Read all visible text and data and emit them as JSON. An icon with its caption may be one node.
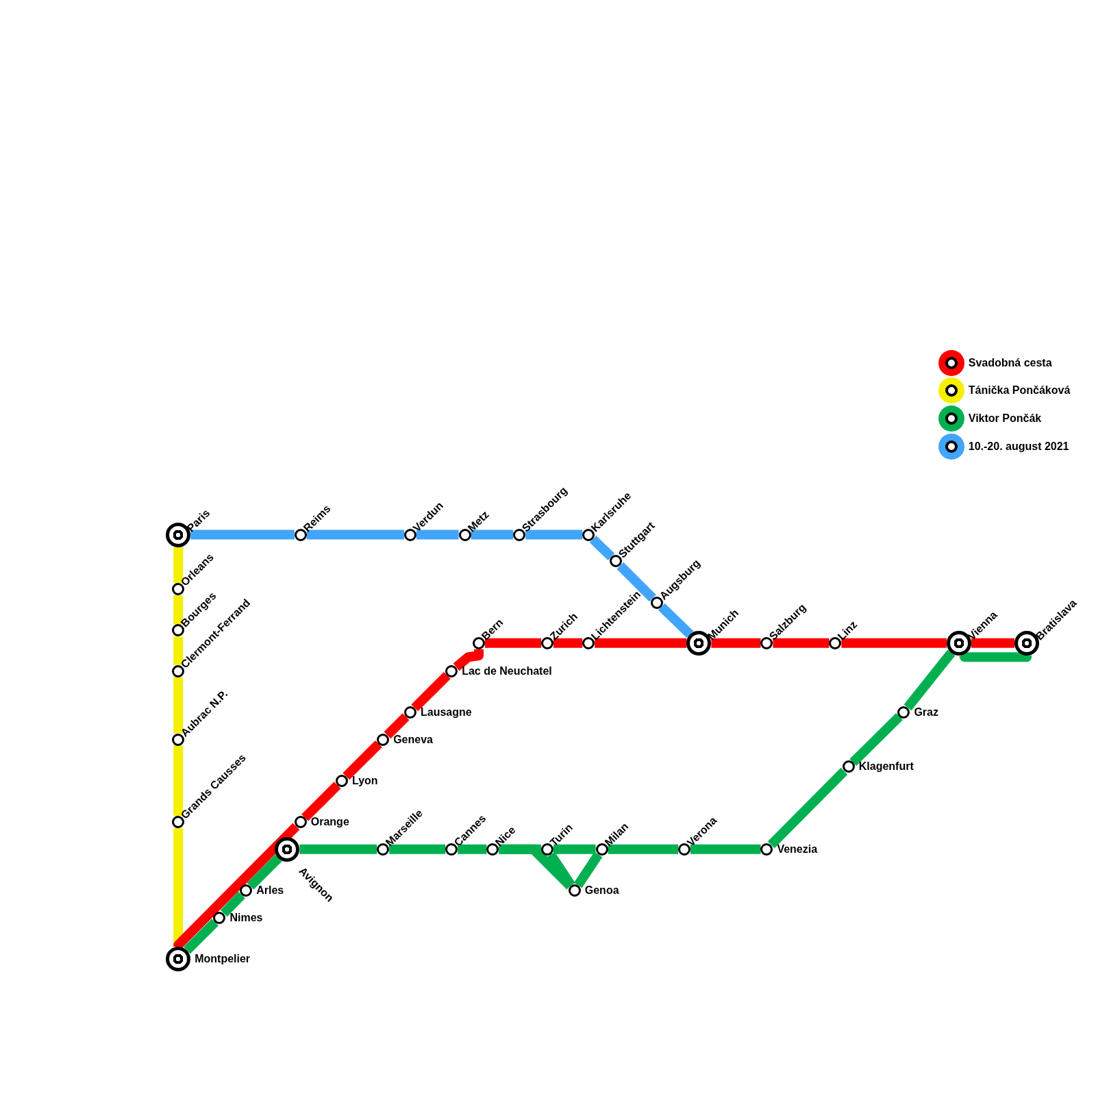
{
  "diagram": {
    "nodes": [
      {
        "text": [
          "Paris"
        ]
      },
      {
        "text": [
          "Reims"
        ]
      },
      {
        "text": [
          "Verdun"
        ]
      },
      {
        "text": [
          "Metz"
        ]
      },
      {
        "text": [
          "Strasbourg"
        ]
      },
      {
        "text": [
          "Karlsruhe"
        ]
      },
      {
        "text": [
          "Stuttgart"
        ]
      },
      {
        "text": [
          "Augsburg"
        ]
      },
      {
        "text": [
          "Munich"
        ]
      },
      {
        "text": [
          "Orleans"
        ]
      },
      {
        "text": [
          "Bourges"
        ]
      },
      {
        "text": [
          "Clermont-Ferrand"
        ]
      },
      {
        "text": [
          "Aubrac N.P."
        ]
      },
      {
        "text": [
          "Grands Causses"
        ]
      },
      {
        "text": [
          "Montpelier"
        ]
      },
      {
        "text": [
          "Orange"
        ]
      },
      {
        "text": [
          "Lyon"
        ]
      },
      {
        "text": [
          "Geneva"
        ]
      },
      {
        "text": [
          "Lausagne"
        ]
      },
      {
        "text": [
          "Lac de Neuchatel"
        ]
      },
      {
        "text": [
          "Bern"
        ]
      },
      {
        "text": [
          "Zurich"
        ]
      },
      {
        "text": [
          "Lichtenstein"
        ]
      },
      {
        "text": [
          "Salzburg"
        ]
      },
      {
        "text": [
          "Linz"
        ]
      },
      {
        "text": [
          "Vienna"
        ]
      },
      {
        "text": [
          "Bratislava"
        ]
      },
      {
        "text": [
          "Nimes"
        ]
      },
      {
        "text": [
          "Arles"
        ]
      },
      {
        "text": [
          "Avignon"
        ]
      },
      {
        "text": [
          "Marseille"
        ]
      },
      {
        "text": [
          "Cannes"
        ]
      },
      {
        "text": [
          "Nice"
        ]
      },
      {
        "text": [
          "Turin"
        ]
      },
      {
        "text": [
          "Genoa"
        ]
      },
      {
        "text": [
          "Milan"
        ]
      },
      {
        "text": [
          "Verona"
        ]
      },
      {
        "text": [
          "Venezia"
        ]
      },
      {
        "text": [
          "Klagenfurt"
        ]
      },
      {
        "text": [
          "Graz"
        ]
      }
    ],
    "edges": [
      {
        "from": 0,
        "to": 1,
        "arrow": "none",
        "color": "#42a5fc"
      },
      {
        "from": 1,
        "to": 2,
        "arrow": "none",
        "color": "#42a5fc"
      },
      {
        "from": 2,
        "to": 3,
        "arrow": "none",
        "color": "#42a5fc"
      },
      {
        "from": 3,
        "to": 4,
        "arrow": "none",
        "color": "#42a5fc"
      },
      {
        "from": 4,
        "to": 5,
        "arrow": "none",
        "color": "#42a5fc"
      },
      {
        "from": 5,
        "to": 6,
        "arrow": "none",
        "color": "#42a5fc"
      },
      {
        "from": 6,
        "to": 7,
        "arrow": "none",
        "color": "#42a5fc"
      },
      {
        "from": 7,
        "to": 8,
        "arrow": "none",
        "color": "#42a5fc"
      },
      {
        "from": 0,
        "to": 9,
        "arrow": "none",
        "color": "#f5f000"
      },
      {
        "from": 9,
        "to": 10,
        "arrow": "none",
        "color": "#f5f000"
      },
      {
        "from": 10,
        "to": 11,
        "arrow": "none",
        "color": "#f5f000"
      },
      {
        "from": 11,
        "to": 12,
        "arrow": "none",
        "color": "#f5f000"
      },
      {
        "from": 12,
        "to": 13,
        "arrow": "none",
        "color": "#f5f000"
      },
      {
        "from": 13,
        "to": 14,
        "arrow": "none",
        "color": "#f5f000"
      },
      {
        "from": 14,
        "to": 15,
        "arrow": "none",
        "color": "#ff0000"
      },
      {
        "from": 15,
        "to": 16,
        "arrow": "none",
        "color": "#ff0000"
      },
      {
        "from": 16,
        "to": 17,
        "arrow": "none",
        "color": "#ff0000"
      },
      {
        "from": 17,
        "to": 18,
        "arrow": "none",
        "color": "#ff0000"
      },
      {
        "from": 18,
        "to": 19,
        "arrow": "none",
        "color": "#ff0000"
      },
      {
        "from": 19,
        "to": 20,
        "arrow": "none",
        "color": "#ff0000"
      },
      {
        "from": 20,
        "to": 21,
        "arrow": "none",
        "color": "#ff0000"
      },
      {
        "from": 21,
        "to": 22,
        "arrow": "none",
        "color": "#ff0000"
      },
      {
        "from": 22,
        "to": 8,
        "arrow": "none",
        "color": "#ff0000"
      },
      {
        "from": 8,
        "to": 23,
        "arrow": "none",
        "color": "#ff0000"
      },
      {
        "from": 23,
        "to": 24,
        "arrow": "none",
        "color": "#ff0000"
      },
      {
        "from": 24,
        "to": 25,
        "arrow": "none",
        "color": "#ff0000"
      },
      {
        "from": 25,
        "to": 26,
        "arrow": "none",
        "color": "#ff0000"
      },
      {
        "from": 14,
        "to": 27,
        "arrow": "none",
        "color": "#00b050"
      },
      {
        "from": 27,
        "to": 28,
        "arrow": "none",
        "color": "#00b050"
      },
      {
        "from": 28,
        "to": 29,
        "arrow": "none",
        "color": "#00b050"
      },
      {
        "from": 29,
        "to": 30,
        "arrow": "none",
        "color": "#00b050"
      },
      {
        "from": 30,
        "to": 31,
        "arrow": "none",
        "color": "#00b050"
      },
      {
        "from": 31,
        "to": 32,
        "arrow": "none",
        "color": "#00b050"
      },
      {
        "from": 32,
        "to": 33,
        "arrow": "none",
        "color": "#00b050"
      },
      {
        "from": 32,
        "to": 34,
        "arrow": "none",
        "color": "#00b050"
      },
      {
        "from": 33,
        "to": 34,
        "arrow": "none",
        "color": "#00b050"
      },
      {
        "from": 34,
        "to": 35,
        "arrow": "none",
        "color": "#00b050"
      },
      {
        "from": 33,
        "to": 35,
        "arrow": "none",
        "color": "#00b050"
      },
      {
        "from": 35,
        "to": 36,
        "arrow": "none",
        "color": "#00b050"
      },
      {
        "from": 36,
        "to": 37,
        "arrow": "none",
        "color": "#00b050"
      },
      {
        "from": 37,
        "to": 38,
        "arrow": "none",
        "color": "#00b050"
      },
      {
        "from": 38,
        "to": 39,
        "arrow": "none",
        "color": "#00b050"
      },
      {
        "from": 39,
        "to": 25,
        "arrow": "none",
        "color": "#00b050"
      },
      {
        "from": 25,
        "to": 26,
        "arrow": "none",
        "color": "#00b050"
      }
    ],
    "legend": [
      {
        "text": "Svadobná cesta",
        "color": "#ff0000"
      },
      {
        "text": "Tánička Pončáková",
        "color": "#f5f000"
      },
      {
        "text": "Viktor Pončák",
        "color": "#00b050"
      },
      {
        "text": "10.-20. august 2021",
        "color": "#42a5fc"
      }
    ]
  }
}
